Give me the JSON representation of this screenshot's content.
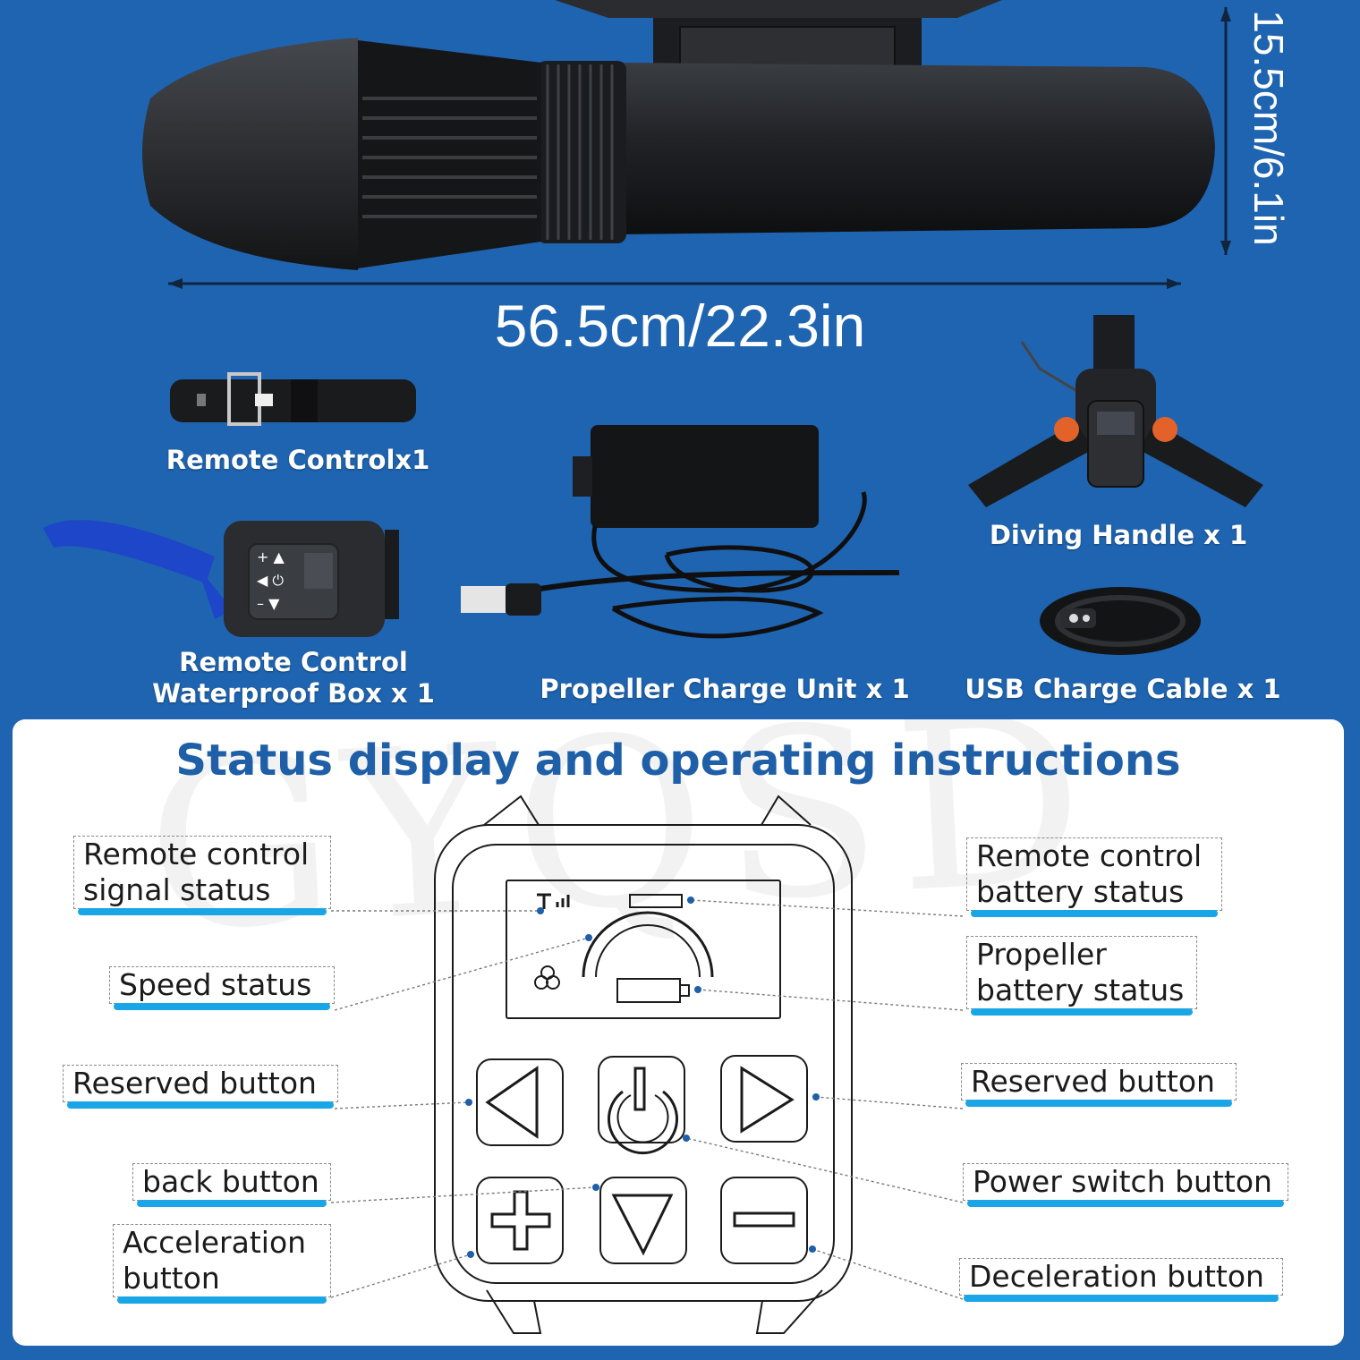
{
  "dimensions": {
    "length": "56.5cm/22.3in",
    "height": "15.5cm/6.1in"
  },
  "accessories": {
    "remote_control": "Remote Controlx1",
    "waterproof_box": [
      "Remote Control",
      "Waterproof Box x 1"
    ],
    "charger": "Propeller Charge Unit x 1",
    "diving_handle": "Diving Handle x 1",
    "usb_cable": "USB Charge Cable x 1"
  },
  "panel": {
    "title": "Status display and operating instructions",
    "left_callouts": {
      "signal_status": [
        "Remote control",
        "signal status"
      ],
      "speed_status": "Speed status",
      "reserved_button": "Reserved button",
      "back_button": "back button",
      "acceleration_button": [
        "Acceleration",
        "button"
      ]
    },
    "right_callouts": {
      "battery_status": [
        "Remote control",
        "battery status"
      ],
      "propeller_battery": [
        "Propeller",
        "battery status"
      ],
      "reserved_button": "Reserved button",
      "power_button": "Power switch button",
      "deceleration_button": "Deceleration button"
    }
  },
  "watermark": "GYQSD",
  "colors": {
    "background_blue": "#1f64b0",
    "title_blue": "#1f5fa8",
    "accent_bar": "#1aa6e6"
  },
  "icons": {
    "scooter": "underwater-scooter-illustration",
    "strap": "wrist-strap-icon",
    "box": "waterproof-box-icon",
    "charger": "charger-icon",
    "handle": "diving-handle-icon",
    "cable": "usb-cable-icon"
  }
}
